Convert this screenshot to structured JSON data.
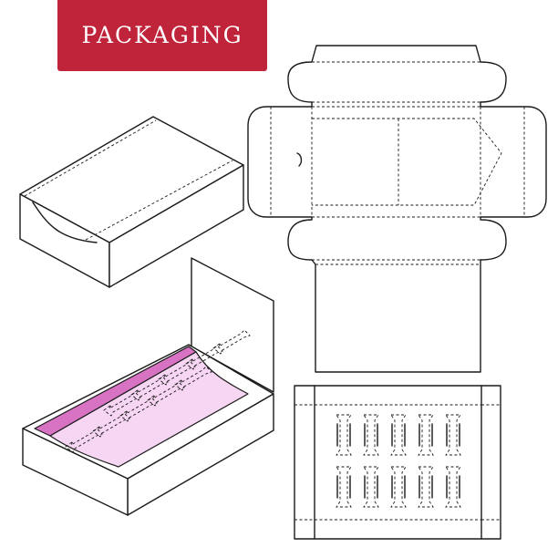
{
  "header": {
    "title": "PACKAGING"
  },
  "colors": {
    "banner": "#c0243a",
    "insert_light": "#f7d6f3",
    "insert_dark": "#d873c4",
    "line": "#1a1a1a"
  },
  "diagrams": {
    "closed_box": "closed-box-isometric",
    "open_box": "open-box-with-insert",
    "box_dieline": "box-dieline-flat",
    "insert_dieline": "insert-dieline-flat",
    "insert_slots": {
      "rows": 2,
      "columns": 5
    }
  }
}
